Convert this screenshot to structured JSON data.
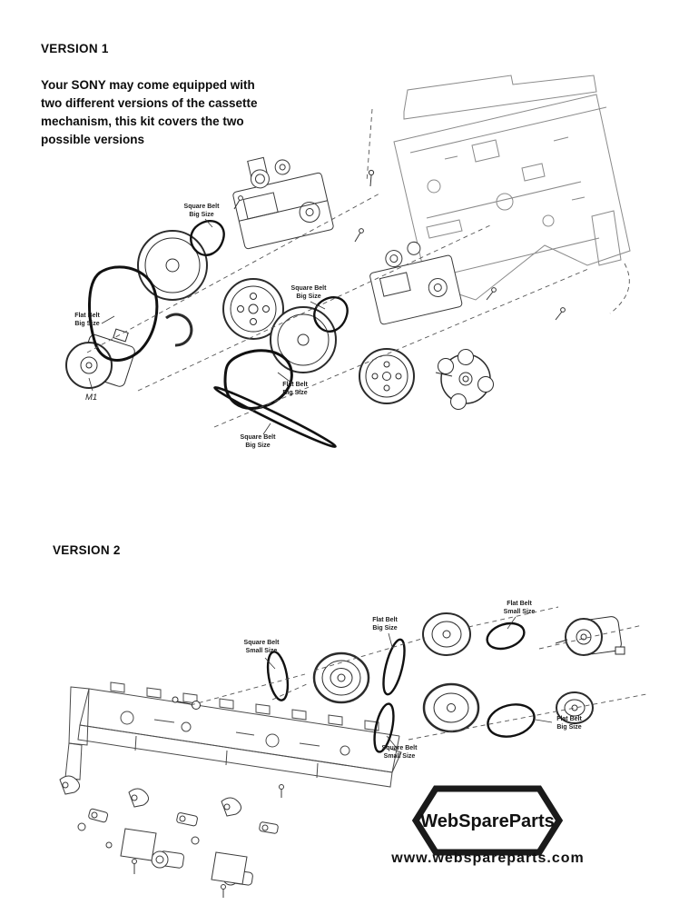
{
  "version1": {
    "heading": "VERSION 1",
    "description": "Your SONY may come equipped with\ntwo different versions of the cassette\nmechanism, this kit covers the two\npossible versions",
    "labels": {
      "square_belt_top": "Square Belt\nBig Size",
      "flat_belt_left": "Flat Belt\nBig Size",
      "motor": "M1",
      "square_belt_mid": "Square Belt\nBig Size",
      "flat_belt_mid": "Flat Belt\nBig Size",
      "square_belt_bottom": "Square Belt\nBig Size"
    }
  },
  "version2": {
    "heading": "VERSION 2",
    "labels": {
      "square_belt_small_left": "Square Belt\nSmall Size",
      "flat_belt_big_top": "Flat Belt\nBig Size",
      "flat_belt_small": "Flat Belt\nSmall Size",
      "square_belt_small_bottom": "Square Belt\nSmall Size",
      "flat_belt_big_right": "Flat Belt\nBig Size"
    }
  },
  "footer": {
    "logo_icon": "hexagon-badge",
    "brand": "WebSpareParts",
    "website": "www.webspareparts.com"
  }
}
